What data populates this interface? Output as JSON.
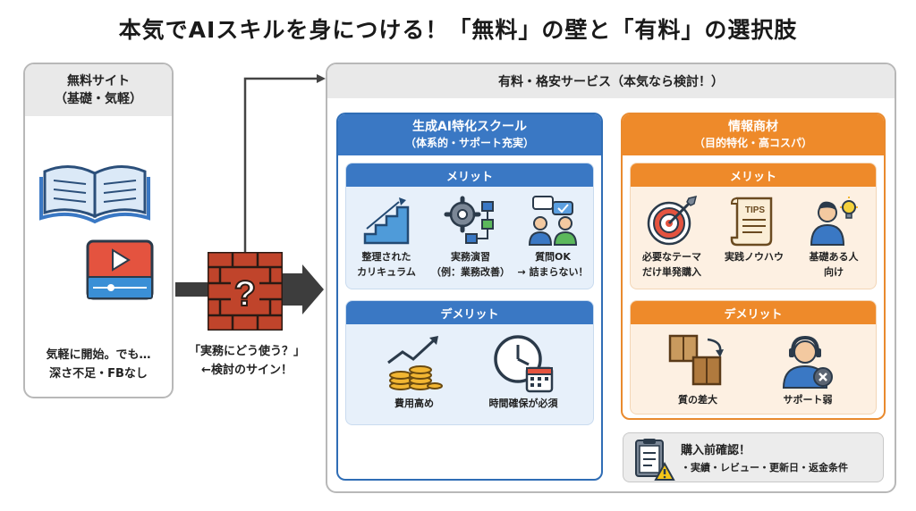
{
  "title": "本気でAIスキルを身につける！「無料」の壁と「有料」の選択肢",
  "free": {
    "heading_line1": "無料サイト",
    "heading_line2": "（基礎・気軽）",
    "caption_line1": "気軽に開始。でも…",
    "caption_line2": "深さ不足・FBなし"
  },
  "wall": {
    "mark": "?",
    "caption_line1": "「実務にどう使う？」",
    "caption_line2": "←検討のサイン！"
  },
  "paid": {
    "heading": "有料・格安サービス（本気なら検討！）",
    "school": {
      "title": "生成AI特化スクール",
      "subtitle": "（体系的・サポート充実）",
      "merit_label": "メリット",
      "merits": [
        {
          "line1": "整理された",
          "line2": "カリキュラム"
        },
        {
          "line1": "実務演習",
          "line2": "（例：業務改善）"
        },
        {
          "line1": "質問OK",
          "line2": "→ 詰まらない！"
        }
      ],
      "demerit_label": "デメリット",
      "demerits": [
        {
          "line1": "費用高め"
        },
        {
          "line1": "時間確保が必須"
        }
      ]
    },
    "material": {
      "title": "情報商材",
      "subtitle": "（目的特化・高コスパ）",
      "merit_label": "メリット",
      "merits": [
        {
          "line1": "必要なテーマ",
          "line2": "だけ単発購入"
        },
        {
          "line1": "実践ノウハウ",
          "line2": ""
        },
        {
          "line1": "基礎ある人",
          "line2": "向け"
        }
      ],
      "tips_label": "TIPS",
      "demerit_label": "デメリット",
      "demerits": [
        {
          "line1": "質の差大"
        },
        {
          "line1": "サポート弱"
        }
      ]
    },
    "check": {
      "title": "購入前確認！",
      "body": "・実績・レビュー・更新日・返金条件"
    }
  },
  "colors": {
    "blue": "#3a78c4",
    "orange": "#ee8a2a",
    "gray": "#e9e9e9",
    "brick": "#c0442b"
  }
}
